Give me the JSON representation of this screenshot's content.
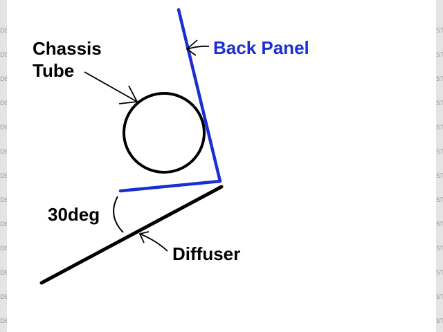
{
  "labels": {
    "chassis_line1": "Chassis",
    "chassis_line2": "Tube",
    "back_panel": "Back Panel",
    "angle": "30deg",
    "diffuser": "Diffuser"
  },
  "colors": {
    "back_panel": "#1a2fd0",
    "ink": "#000000",
    "background": "#ffffff",
    "side_strip": "#e4e4e4"
  },
  "edge_watermark": {
    "left_text": "DE",
    "right_text": "ST"
  }
}
